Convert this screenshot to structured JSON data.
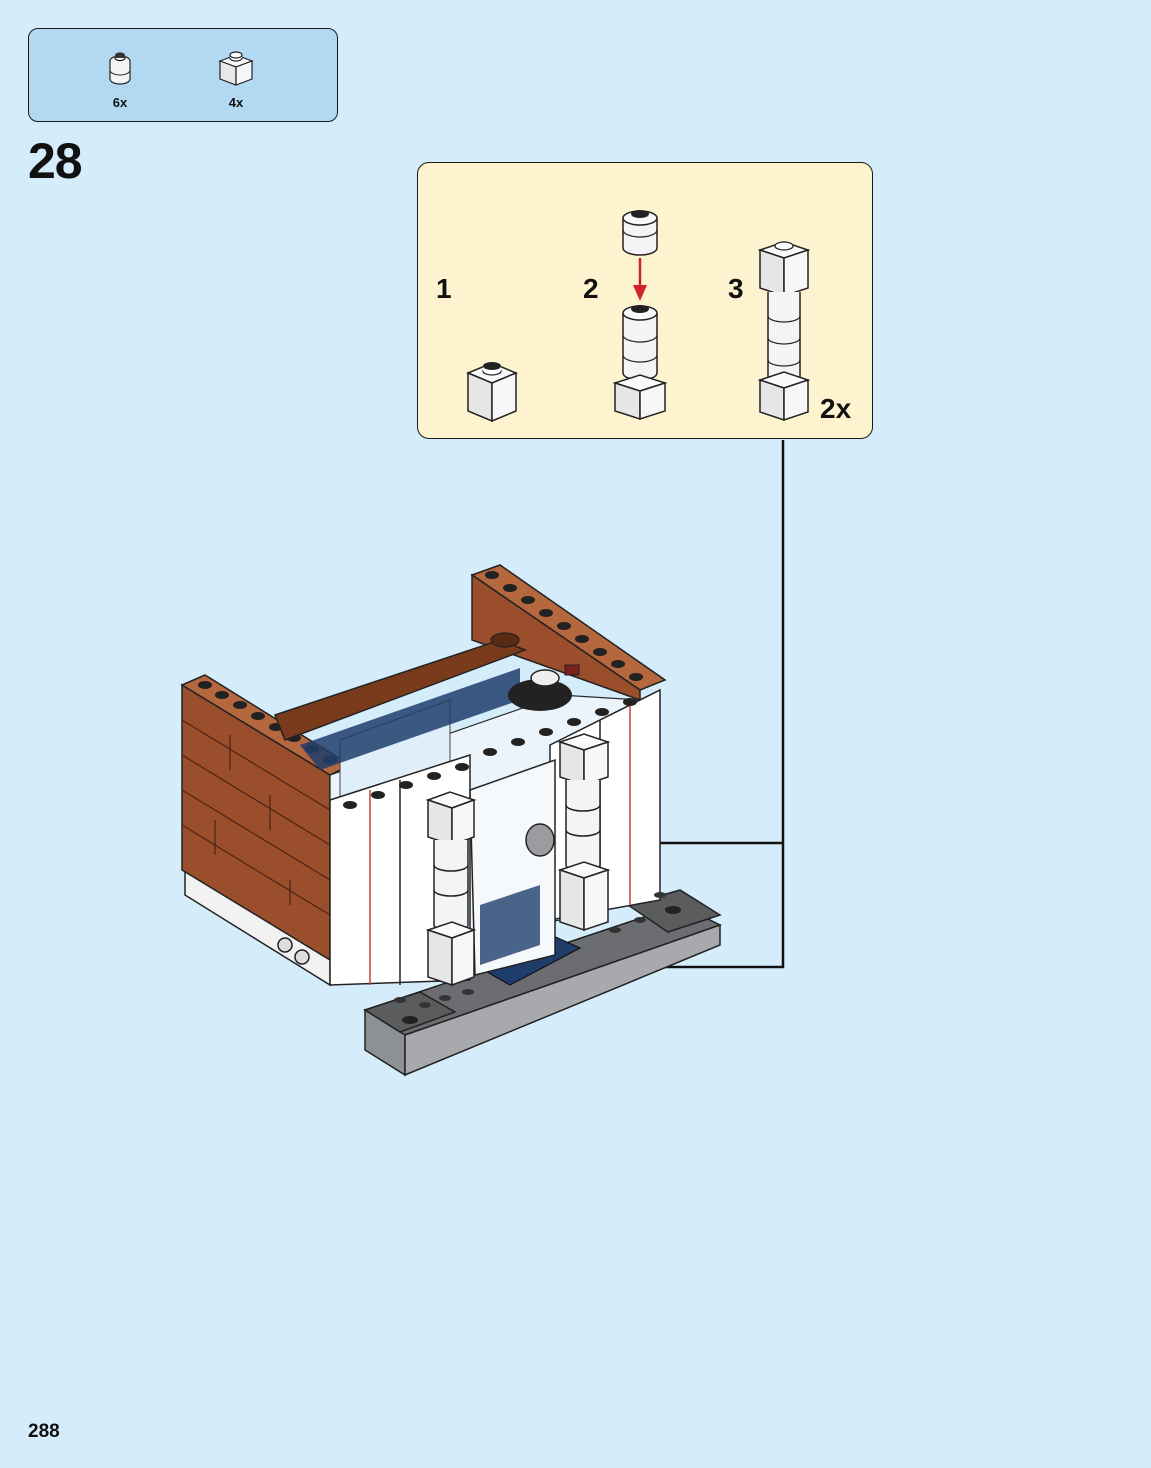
{
  "parts_list": [
    {
      "icon": "round-brick-1x1-white-icon",
      "quantity": "6x"
    },
    {
      "icon": "brick-1x1-white-icon",
      "quantity": "4x"
    }
  ],
  "step": {
    "number": "28"
  },
  "substeps": [
    {
      "label": "1"
    },
    {
      "label": "2"
    },
    {
      "label": "3"
    }
  ],
  "repeat_count": "2x",
  "page_number": "288",
  "colors": {
    "background": "#d5ecfb",
    "parts_box": "#b3d9f2",
    "substep_box": "#fdf3cf",
    "arrow_red": "#d2232a",
    "brick_brown": "#9a4e2b",
    "dark_gray": "#5a5c5e",
    "dark_blue": "#1f3d6b"
  }
}
